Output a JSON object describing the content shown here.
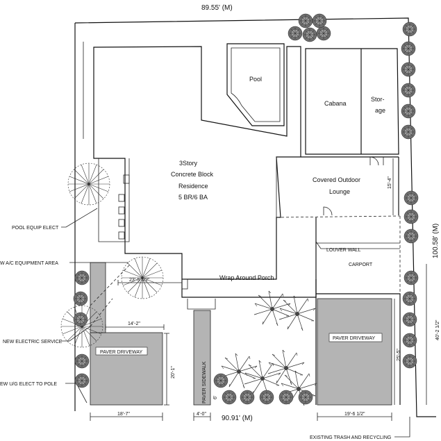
{
  "dimensions": {
    "top": "89.55' (M)",
    "bottom": "90.91' (M)",
    "right_side": "100.58' (M)",
    "porch_width": "23'-5 1/2\"",
    "lounge_depth": "15'-4\"",
    "left_drive_depth": "14'-2\"",
    "left_drive_length": "20'-1\"",
    "left_drive_width": "18'-7\"",
    "sidewalk_width": "4'-0\"",
    "sidewalk_small": "6'",
    "right_drive_width": "19'-6 1/2\"",
    "right_drive_depth": "25'-5\"",
    "right_drive_length": "40'-2 1/2\""
  },
  "rooms": {
    "pool": "Pool",
    "cabana": "Cabana",
    "storage_1": "Stor-",
    "storage_2": "age",
    "residence_1": "3Story",
    "residence_2": "Concrete Block",
    "residence_3": "Residence",
    "residence_4": "5 BR/6 BA",
    "lounge_1": "Covered Outdoor",
    "lounge_2": "Lounge",
    "porch": "Wrap Around Porch",
    "carport": "CARPORT",
    "left_driveway": "PAVER DRIVEWAY",
    "right_driveway": "PAVER DRIVEWAY",
    "sidewalk": "PAVER SIDEWALK"
  },
  "callouts": {
    "pool_equip": "POOL EQUIP ELECT",
    "ac_area": "W A/C EQUIPMENT AREA",
    "electric_service": "NEW ELECTRIC SERVICE",
    "ug_elect": "EW U/G ELECT TO POLE",
    "louver_wall": "LOUVER WALL",
    "trash": "EXISTING TRASH AND RECYCLING"
  },
  "colors": {
    "line": "#111111",
    "paver": "#b4b4b4",
    "shrub": "#6e6e6e"
  }
}
